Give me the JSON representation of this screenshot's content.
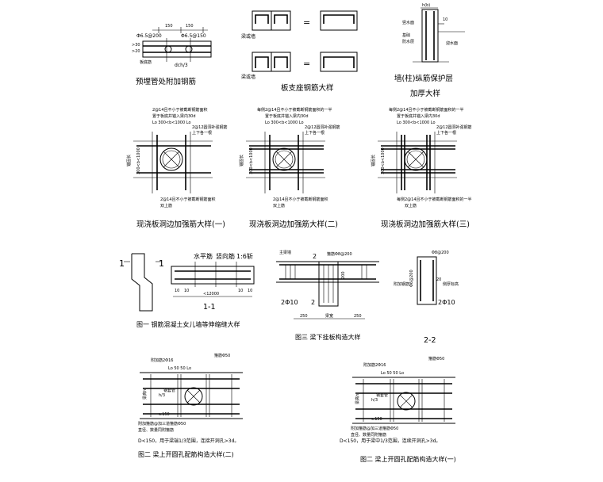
{
  "top": {
    "pipe": {
      "title": "预埋管处附加钢筋",
      "dim_150a": "150",
      "dim_150b": "150",
      "left_bar": "Φ6.5@200",
      "right_bar": "Φ6.5@150",
      "slab_label": "板底筋",
      "side_dim": ">30",
      "side_dim2": ">20",
      "dch": "dch/3"
    },
    "slab_support": {
      "title": "板支座钢筋大样",
      "wall_label": "梁或墙",
      "eq": "="
    },
    "wall_cover": {
      "title": "墙(柱)纵筋保护层",
      "subtitle": "加厚大样",
      "top_dim": "h(b)",
      "side_dim": "10",
      "l1": "竖水面",
      "l2": "基础",
      "l3": "防水层",
      "l4": "迎水面"
    }
  },
  "openings": [
    {
      "title": "现浇板洞边加强筋大样(一)",
      "n1": "2@14且不小于被截断钢筋面积",
      "n2": "置于板底并锚入梁内30d",
      "n3": "Lo  300<b<1000  Lo",
      "n4": "2@12圆洞补强钢筋",
      "n5": "上下各一根",
      "n6": "2@14且不小于被截断钢筋面积",
      "n7": "双上筋",
      "side": "300<b<1000",
      "side2": "锚固长"
    },
    {
      "title": "现浇板洞边加强筋大样(二)",
      "n1": "每侧2@14且不小于被截断钢筋面积的一半",
      "n2": "置于板底并锚入梁内30d",
      "n3": "Lo  300<b<1000  Lo",
      "n4": "2@12圆洞补强钢筋",
      "n5": "上下各一根",
      "n6": "2@14且不小于被截断钢筋面积",
      "n7": "双上筋",
      "side": "300<b<1000",
      "side2": "锚固长"
    },
    {
      "title": "现浇板洞边加强筋大样(三)",
      "n1": "每侧2@14且不小于被截断钢筋面积的一半",
      "n2": "置于板底并锚入梁内30d",
      "n3": "Lo  300<b<1000  Lo",
      "n4": "2@12圆洞补强钢筋",
      "n5": "上下各一根",
      "n6": "每侧2@14且不小于被截断钢筋面积的一半",
      "n7": "双上筋",
      "side": "300<b<1000",
      "side2": "锚固长"
    }
  ],
  "parapet": {
    "label_1a": "1",
    "label_1b": "1",
    "top1": "水平筋",
    "top2": "竖向筋",
    "ratio": "1:6斩",
    "d1": "10",
    "d2": "10",
    "d3": "10",
    "d4": "10",
    "dim": "<12000",
    "section": "1-1",
    "title": "图一  钢筋混凝土女儿墙等伸缩缝大样"
  },
  "hanger": {
    "beam_label": "主梁墙",
    "label2": "2",
    "bars": "箍筋Φ8@200",
    "label200": "200",
    "label2phi10": "2Φ10",
    "label2b": "2",
    "d250a": "250",
    "dbeam": "梁宽",
    "d250b": "250",
    "title": "图三  梁下挂板构造大样",
    "s_top": "Φ8@200",
    "s_side": "Φ6@200",
    "s_l1": "附加钢筋",
    "s_l2": "侧厚标高",
    "s_bot": "2Φ10",
    "s_20": "20",
    "section": "2-2"
  },
  "beam_holes": [
    {
      "top1": "箍筋Φ50",
      "l1": "附加筋2Φ16",
      "l2": "Lo  50  50  Lo",
      "side1": "梁高h",
      "side2": "h/3",
      "side3": "≥150",
      "pipe": "钢套管",
      "l3": "附加箍筋@加三道箍筋Φ50",
      "l4": "直径、数量同附箍筋",
      "note": "D<150，用于梁端1/3范围，连接开洞孔>3d。",
      "title": "图二  梁上开圆孔配筋构造大样(二)"
    },
    {
      "top1": "箍筋Φ50",
      "l1": "附加筋2Φ16",
      "l2": "Lo  50  50  Lo",
      "side1": "梁高h",
      "side2": "h/3",
      "side3": "≥150",
      "pipe": "钢套管",
      "l3": "附加箍筋@加三道箍筋Φ50",
      "l4": "直径、数量同附箍筋",
      "note": "D<150，用于梁中1/3范围，连续开洞孔>3d。",
      "title": "图二  梁上开圆孔配筋构造大样(一)"
    }
  ]
}
